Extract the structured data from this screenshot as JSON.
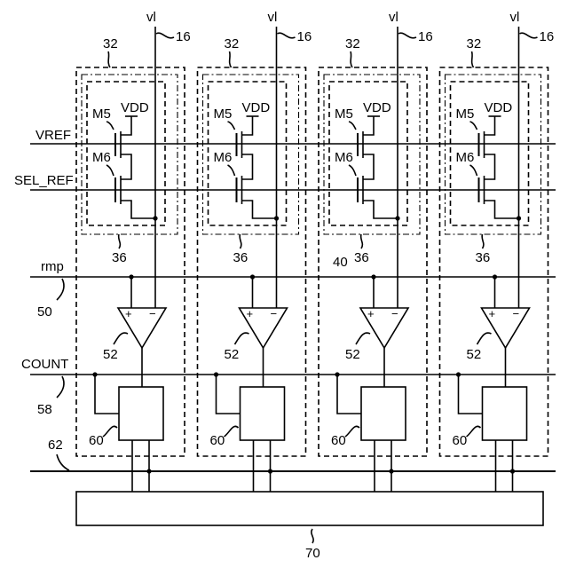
{
  "rows": {
    "vref": "VREF",
    "sel_ref": "SEL_REF",
    "rmp": "rmp",
    "rmp_ref": "50",
    "count": "COUNT",
    "count_ref": "58",
    "bus_ref": "62"
  },
  "columns": [
    {
      "vl": "vl",
      "vl_ref": "16",
      "col_ref": "32",
      "m5": "M5",
      "m6": "M6",
      "vdd": "VDD",
      "unit_ref": "36",
      "extra_ref": "",
      "comp_plus": "+",
      "comp_minus": "−",
      "comp_ref": "52",
      "counter_ref": "60"
    },
    {
      "vl": "vl",
      "vl_ref": "16",
      "col_ref": "32",
      "m5": "M5",
      "m6": "M6",
      "vdd": "VDD",
      "unit_ref": "36",
      "extra_ref": "",
      "comp_plus": "+",
      "comp_minus": "−",
      "comp_ref": "52",
      "counter_ref": "60"
    },
    {
      "vl": "vl",
      "vl_ref": "16",
      "col_ref": "32",
      "m5": "M5",
      "m6": "M6",
      "vdd": "VDD",
      "unit_ref": "36",
      "extra_ref": "40",
      "comp_plus": "+",
      "comp_minus": "−",
      "comp_ref": "52",
      "counter_ref": "60"
    },
    {
      "vl": "vl",
      "vl_ref": "16",
      "col_ref": "32",
      "m5": "M5",
      "m6": "M6",
      "vdd": "VDD",
      "unit_ref": "36",
      "extra_ref": "",
      "comp_plus": "+",
      "comp_minus": "−",
      "comp_ref": "52",
      "counter_ref": "60"
    }
  ],
  "output_block_ref": "70"
}
